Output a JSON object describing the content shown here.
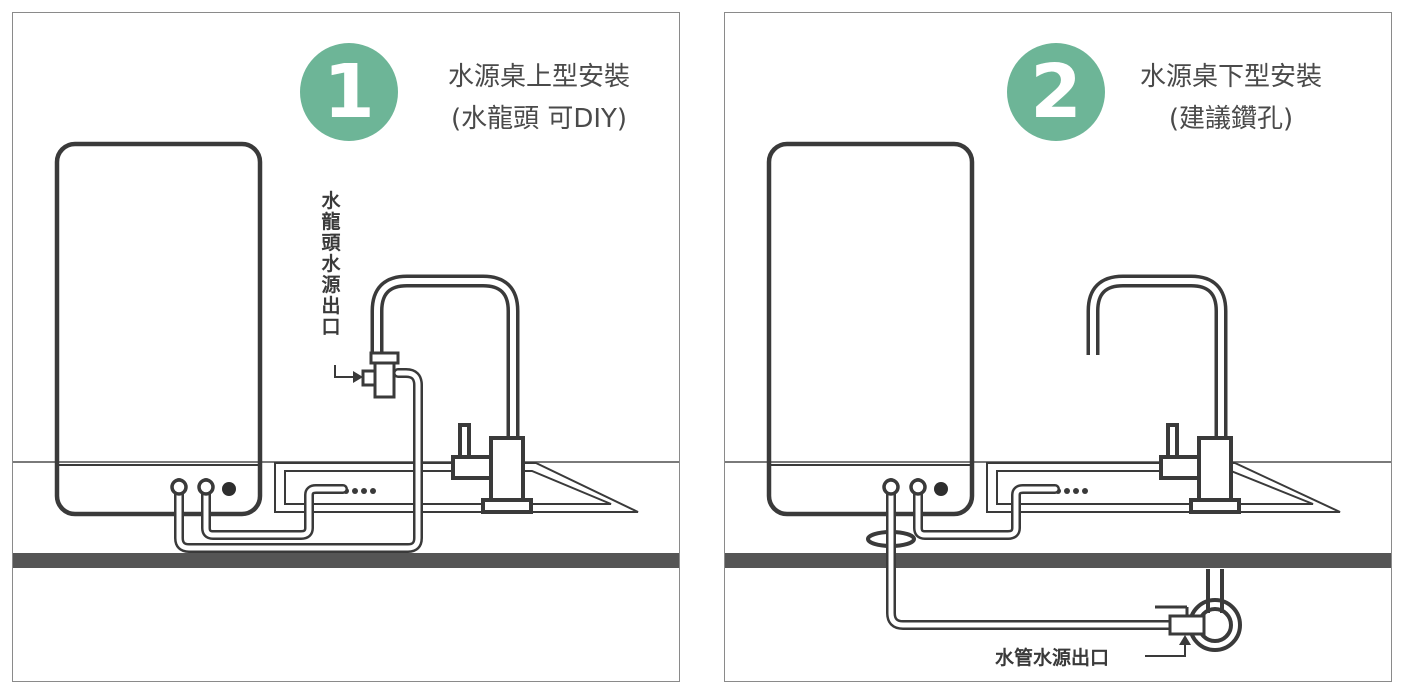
{
  "panel1": {
    "number": "1",
    "title_line1": "水源桌上型安裝",
    "title_line2": "(水龍頭 可DIY)",
    "faucet_outlet_label": "水龍頭水源出口",
    "faucet_icon": "faucet-icon",
    "purifier_icon": "water-purifier-icon"
  },
  "panel2": {
    "number": "2",
    "title_line1": "水源桌下型安裝",
    "title_line2": "(建議鑽孔)",
    "pipe_outlet_label": "水管水源出口",
    "faucet_icon": "faucet-icon",
    "purifier_icon": "water-purifier-icon"
  },
  "colors": {
    "badge": "#6db597",
    "outline": "#3a3a3a",
    "counter_line": "#7a7a7a",
    "counter_band": "#555555"
  }
}
